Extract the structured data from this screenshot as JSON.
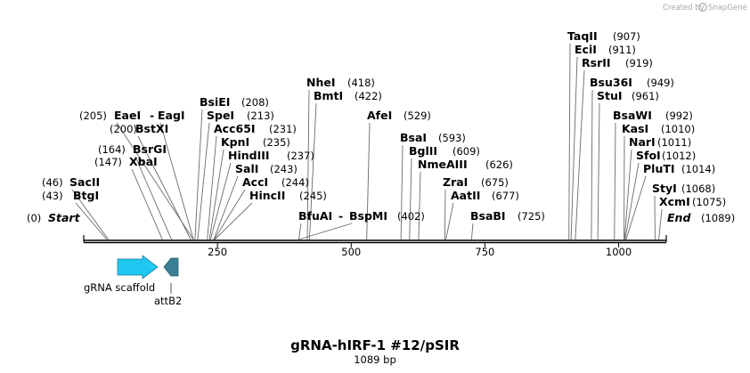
{
  "credit": {
    "text": "Created by",
    "brand": "SnapGene"
  },
  "plasmid": {
    "name": "gRNA-hIRF-1 #12/pSIR",
    "size": "1089 bp"
  },
  "start_label": {
    "pos": "(0)",
    "name": "Start"
  },
  "end_label": {
    "pos": "(1089)",
    "name": "End"
  },
  "ticks": [
    "250",
    "500",
    "750",
    "1000"
  ],
  "sites": [
    {
      "name": "BtgI",
      "pos": "(43)"
    },
    {
      "name": "SacII",
      "pos": "(46)"
    },
    {
      "name": "XbaI",
      "pos": "(147)"
    },
    {
      "name": "BsrGI",
      "pos": "(164)"
    },
    {
      "name": "BstXI",
      "pos": "(200)"
    },
    {
      "name": "EaeI",
      "pos": "(205)"
    },
    {
      "name": "EagI",
      "pos": ""
    },
    {
      "name": "BsiEI",
      "pos": "(208)"
    },
    {
      "name": "SpeI",
      "pos": "(213)"
    },
    {
      "name": "Acc65I",
      "pos": "(231)"
    },
    {
      "name": "KpnI",
      "pos": "(235)"
    },
    {
      "name": "HindIII",
      "pos": "(237)"
    },
    {
      "name": "SalI",
      "pos": "(243)"
    },
    {
      "name": "AccI",
      "pos": "(244)"
    },
    {
      "name": "HincII",
      "pos": "(245)"
    },
    {
      "name": "NheI",
      "pos": "(418)"
    },
    {
      "name": "BmtI",
      "pos": "(422)"
    },
    {
      "name": "BfuAI",
      "pos": ""
    },
    {
      "name": "BspMI",
      "pos": "(402)"
    },
    {
      "name": "AfeI",
      "pos": "(529)"
    },
    {
      "name": "BsaI",
      "pos": "(593)"
    },
    {
      "name": "BglII",
      "pos": "(609)"
    },
    {
      "name": "NmeAIII",
      "pos": "(626)"
    },
    {
      "name": "ZraI",
      "pos": "(675)"
    },
    {
      "name": "AatII",
      "pos": "(677)"
    },
    {
      "name": "BsaBI",
      "pos": "(725)"
    },
    {
      "name": "TaqII",
      "pos": "(907)"
    },
    {
      "name": "EciI",
      "pos": "(911)"
    },
    {
      "name": "RsrII",
      "pos": "(919)"
    },
    {
      "name": "Bsu36I",
      "pos": "(949)"
    },
    {
      "name": "StuI",
      "pos": "(961)"
    },
    {
      "name": "BsaWI",
      "pos": "(992)"
    },
    {
      "name": "KasI",
      "pos": "(1010)"
    },
    {
      "name": "NarI",
      "pos": "(1011)"
    },
    {
      "name": "SfoI",
      "pos": "(1012)"
    },
    {
      "name": "PluTI",
      "pos": "(1014)"
    },
    {
      "name": "StyI",
      "pos": "(1068)"
    },
    {
      "name": "XcmI",
      "pos": "(1075)"
    }
  ],
  "features": [
    {
      "name": "gRNA scaffold",
      "color": "#1ec8f0"
    },
    {
      "name": "attB2",
      "color": "#3a7e93"
    }
  ],
  "colors": {
    "line": "#000000",
    "connector": "#555555",
    "tick_text": "#000000"
  }
}
